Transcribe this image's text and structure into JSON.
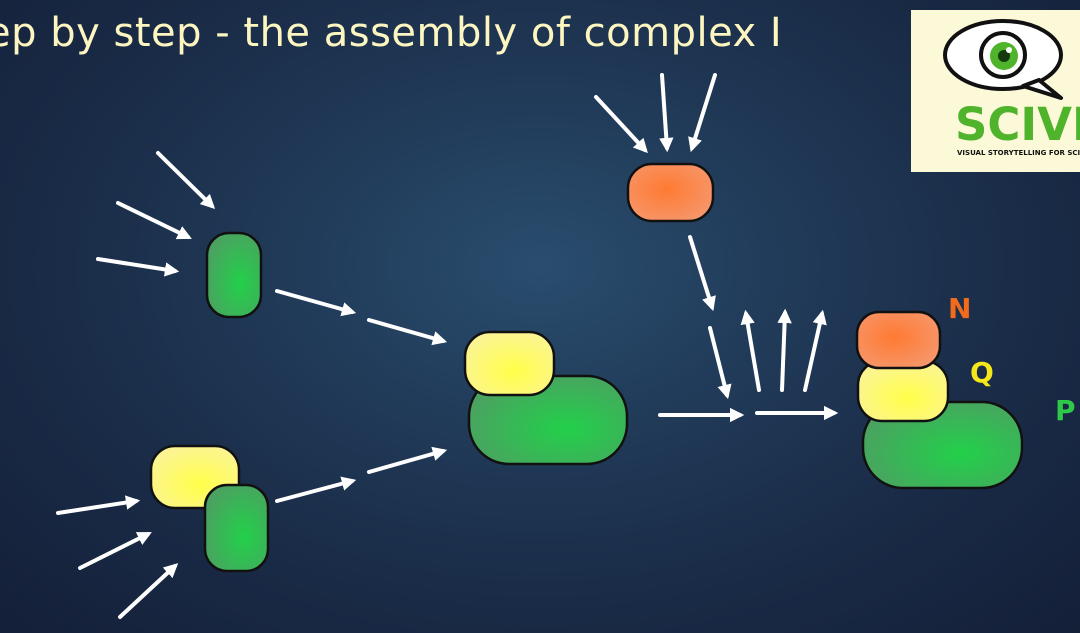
{
  "slide": {
    "title": "ep by step - the assembly of complex I"
  },
  "labels": {
    "n": "N",
    "q": "Q",
    "p": "P"
  },
  "logo": {
    "wordmark": "SCIVIT",
    "tagline": "VISUAL STORYTELLING FOR SCIENCE",
    "icon": "eye-speech-bubble-icon"
  },
  "colors": {
    "title": "#fdf6c0",
    "green_subunit": "#35b957",
    "yellow_subunit": "#fdf66d",
    "orange_subunit": "#f5824c",
    "arrow": "#ffffff",
    "label_n": "#f26a1b",
    "label_q": "#f6e61c",
    "label_p": "#2fc94a",
    "logo_green": "#4fb32b"
  }
}
